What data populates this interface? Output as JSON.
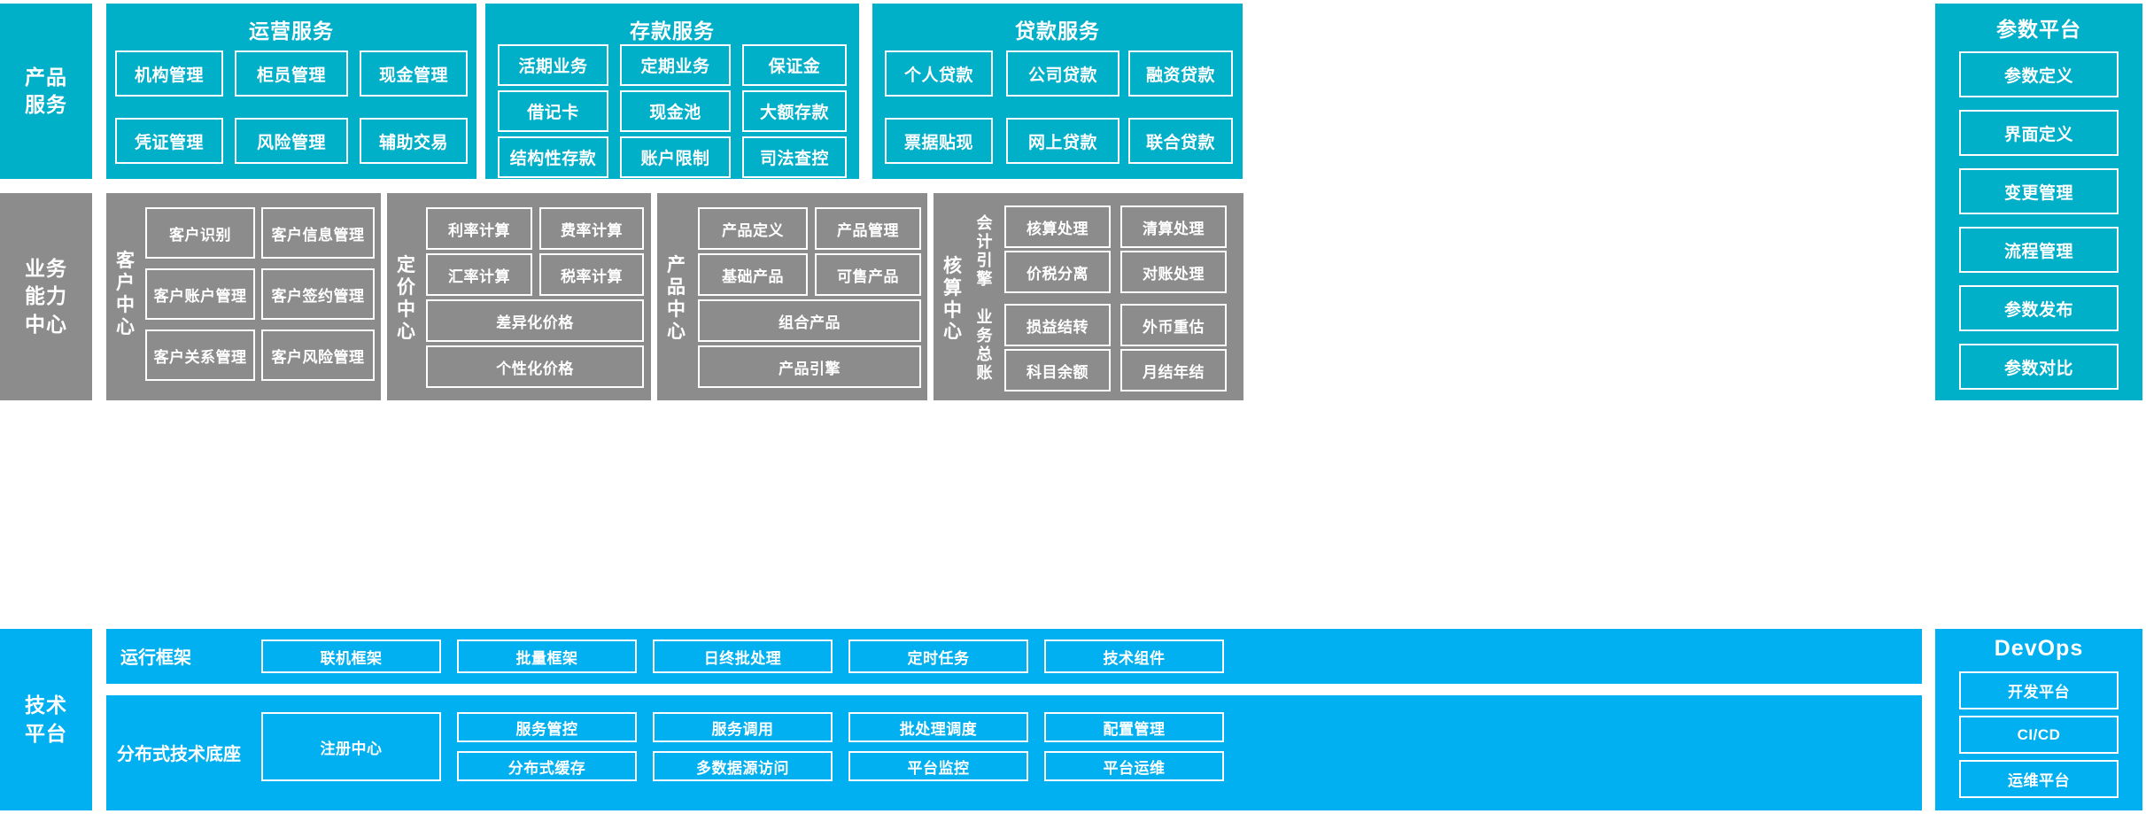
{
  "rows": {
    "product_service": {
      "label": "产品\n服务"
    },
    "business_capability": {
      "label": "业务\n能力\n中心"
    },
    "tech_platform": {
      "label": "技术\n平台"
    }
  },
  "product_service_groups": [
    {
      "title": "运营服务",
      "cells": [
        "机构管理",
        "柜员管理",
        "现金管理",
        "凭证管理",
        "风险管理",
        "辅助交易"
      ]
    },
    {
      "title": "存款服务",
      "cells": [
        "活期业务",
        "定期业务",
        "保证金",
        "借记卡",
        "现金池",
        "大额存款",
        "结构性存款",
        "账户限制",
        "司法查控"
      ]
    },
    {
      "title": "贷款服务",
      "cells": [
        "个人贷款",
        "公司贷款",
        "融资贷款",
        "票据贴现",
        "网上贷款",
        "联合贷款"
      ]
    }
  ],
  "parameter_platform": {
    "title": "参数平台",
    "cells": [
      "参数定义",
      "界面定义",
      "变更管理",
      "流程管理",
      "参数发布",
      "参数对比"
    ]
  },
  "business_centers": [
    {
      "name": "客户中心",
      "cells": [
        "客户识别",
        "客户信息管理",
        "客户账户管理",
        "客户签约管理",
        "客户关系管理",
        "客户风险管理"
      ]
    },
    {
      "name": "定价中心",
      "cells_grid": [
        "利率计算",
        "费率计算",
        "汇率计算",
        "税率计算"
      ],
      "cells_wide": [
        "差异化价格",
        "个性化价格"
      ]
    },
    {
      "name": "产品中心",
      "cells_grid": [
        "产品定义",
        "产品管理",
        "基础产品",
        "可售产品"
      ],
      "cells_wide": [
        "组合产品",
        "产品引擎"
      ]
    },
    {
      "name": "核算中心",
      "subgroups": [
        {
          "label": "会计引擎",
          "cells": [
            "核算处理",
            "清算处理",
            "价税分离",
            "对账处理"
          ]
        },
        {
          "label": "业务总账",
          "cells": [
            "损益结转",
            "外币重估",
            "科目余额",
            "月结年结"
          ]
        }
      ]
    }
  ],
  "tech_platform_bands": [
    {
      "label": "运行框架",
      "cells": [
        "联机框架",
        "批量框架",
        "日终批处理",
        "定时任务",
        "技术组件"
      ]
    },
    {
      "label": "分布式技术底座",
      "wide_cell": "注册中心",
      "cells_top": [
        "服务管控",
        "服务调用",
        "批处理调度",
        "配置管理"
      ],
      "cells_bottom": [
        "分布式缓存",
        "多数据源访问",
        "平台监控",
        "平台运维"
      ]
    }
  ],
  "devops": {
    "title": "DevOps",
    "cells": [
      "开发平台",
      "CI/CD",
      "运维平台"
    ]
  },
  "colors": {
    "teal": "#00AFC8",
    "gray": "#8C8C8C",
    "blue": "#00B0F0",
    "border": "#FFFFFF"
  }
}
